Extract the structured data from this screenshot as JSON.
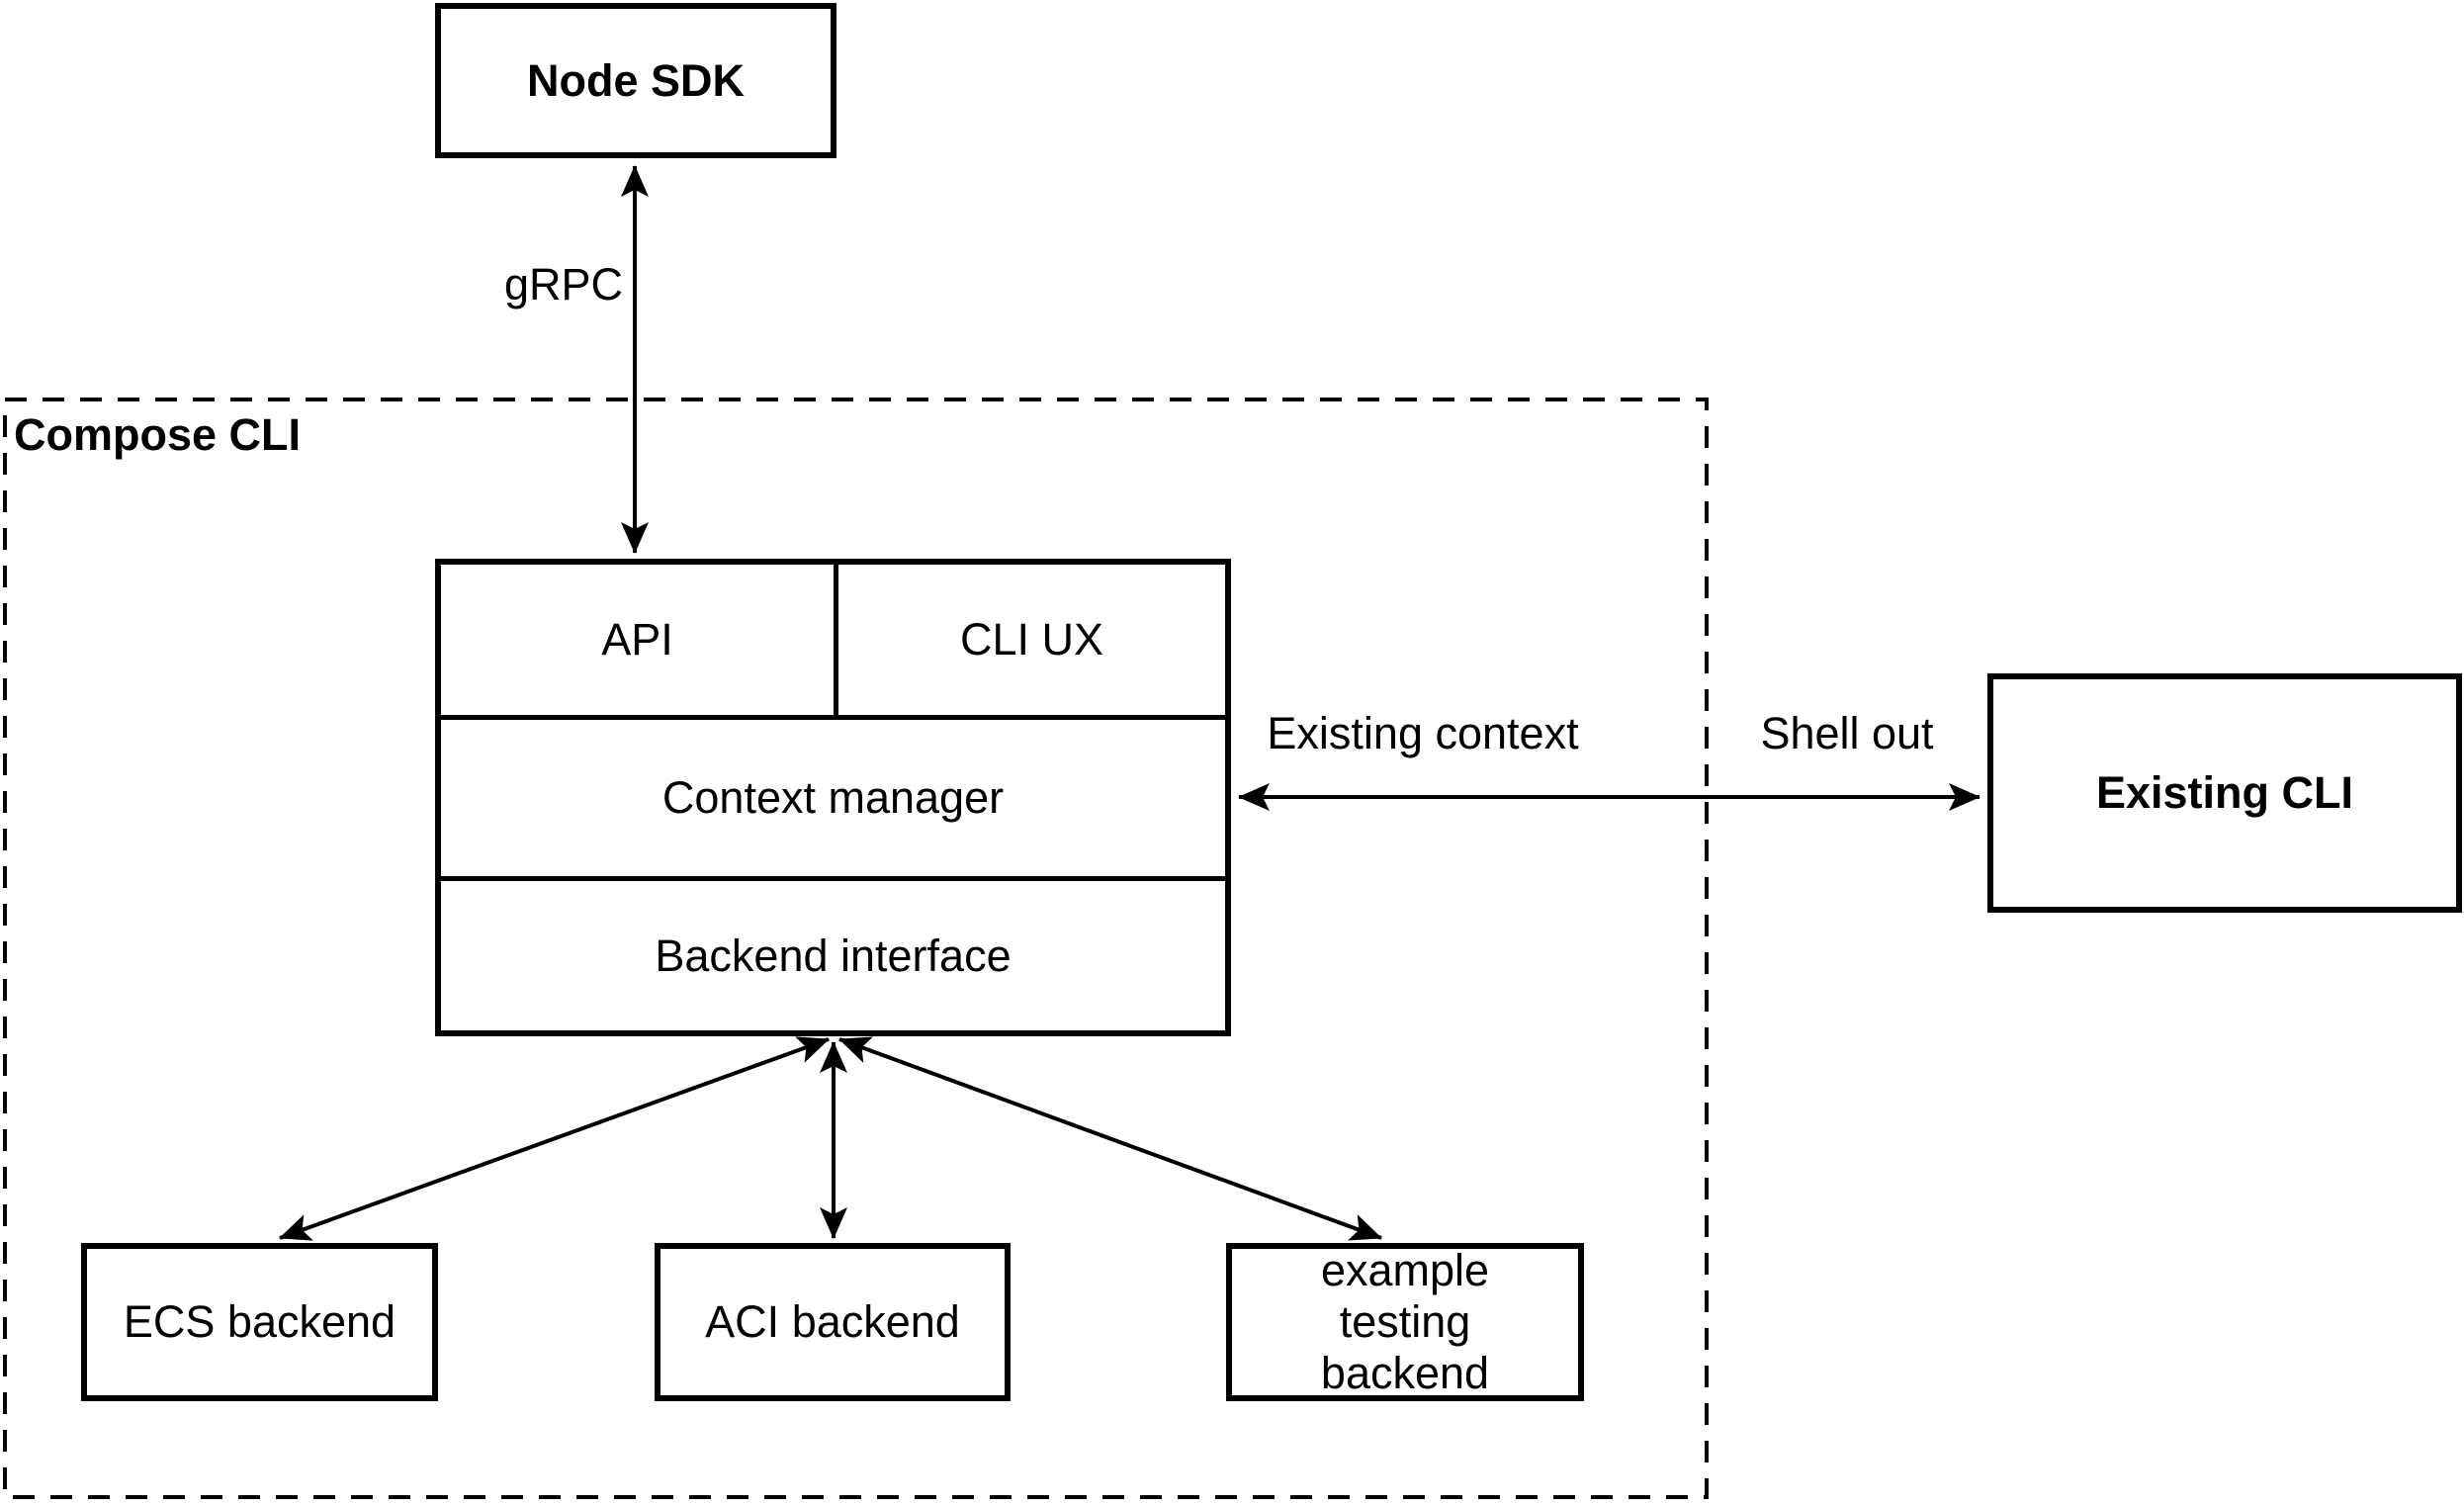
{
  "diagram_type": "architecture",
  "colors": {
    "background": "#ffffff",
    "stroke": "#000000",
    "text": "#000000"
  },
  "container": {
    "compose_cli": {
      "label": "Compose CLI",
      "border_style": "dashed"
    }
  },
  "nodes": {
    "node_sdk": {
      "label": "Node SDK",
      "emphasis": "bold"
    },
    "api": {
      "label": "API"
    },
    "cli_ux": {
      "label": "CLI UX"
    },
    "context_manager": {
      "label": "Context manager"
    },
    "backend_interface": {
      "label": "Backend interface"
    },
    "existing_cli": {
      "label": "Existing CLI",
      "emphasis": "bold"
    },
    "ecs_backend": {
      "label": "ECS backend"
    },
    "aci_backend": {
      "label": "ACI backend"
    },
    "example_testing_backend": {
      "label": "example testing backend"
    }
  },
  "edges": {
    "grpc": {
      "from": "node_sdk",
      "to": "api",
      "label": "gRPC",
      "bidirectional": true
    },
    "existing_context_shell_out": {
      "from": "context_manager",
      "to": "existing_cli",
      "label_inside": "Existing context",
      "label_outside": "Shell out",
      "bidirectional": true
    },
    "to_ecs": {
      "from": "backend_interface",
      "to": "ecs_backend",
      "bidirectional": true
    },
    "to_aci": {
      "from": "backend_interface",
      "to": "aci_backend",
      "bidirectional": true
    },
    "to_example_testing": {
      "from": "backend_interface",
      "to": "example_testing_backend",
      "bidirectional": true
    }
  }
}
